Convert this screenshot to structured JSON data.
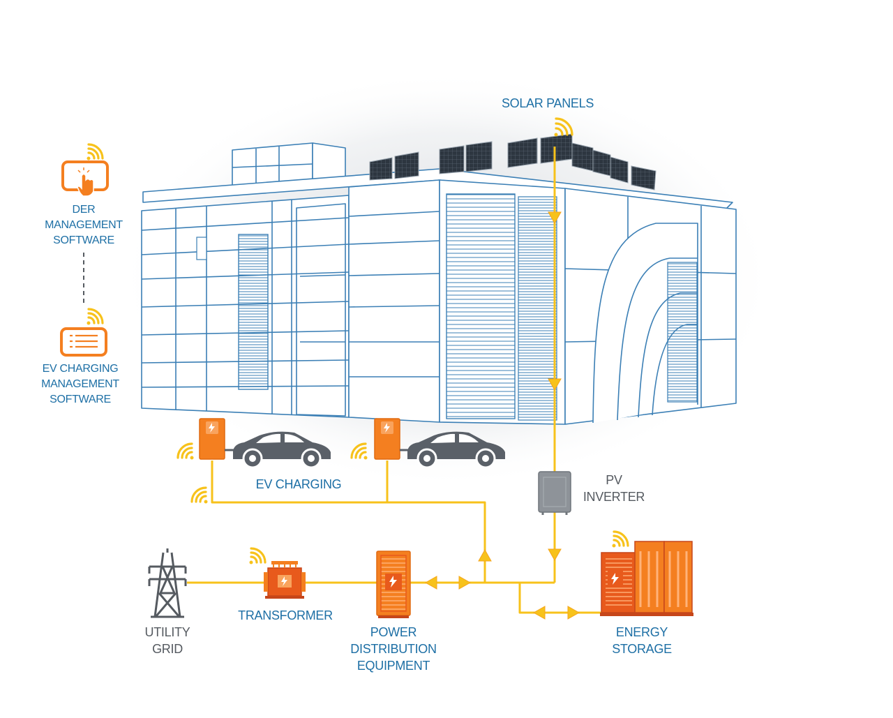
{
  "labels": {
    "solar_panels": "SOLAR PANELS",
    "der_software": [
      "DER",
      "MANAGEMENT",
      "SOFTWARE"
    ],
    "ev_software": [
      "EV CHARGING",
      "MANAGEMENT",
      "SOFTWARE"
    ],
    "ev_charging": "EV CHARGING",
    "pv_inverter": [
      "PV",
      "INVERTER"
    ],
    "utility_grid": [
      "UTILITY",
      "GRID"
    ],
    "transformer": "TRANSFORMER",
    "power_distribution": [
      "POWER",
      "DISTRIBUTION",
      "EQUIPMENT"
    ],
    "energy_storage": [
      "ENERGY",
      "STORAGE"
    ]
  },
  "colors": {
    "label_blue": "#1d6fa5",
    "label_gray": "#555a60",
    "orange": "#f47f20",
    "red_orange": "#e85a1c",
    "power_line": "#f7c21b",
    "building_line": "#3b7fb5",
    "car": "#5a6068"
  },
  "icons": [
    "wifi-signal-icon",
    "touch-screen-icon",
    "list-screen-icon",
    "charger-icon",
    "car-icon",
    "transmission-tower-icon",
    "transformer-icon",
    "pv-inverter-icon",
    "distribution-cabinet-icon",
    "battery-storage-icon",
    "solar-panel-icon",
    "arrow-icon"
  ]
}
